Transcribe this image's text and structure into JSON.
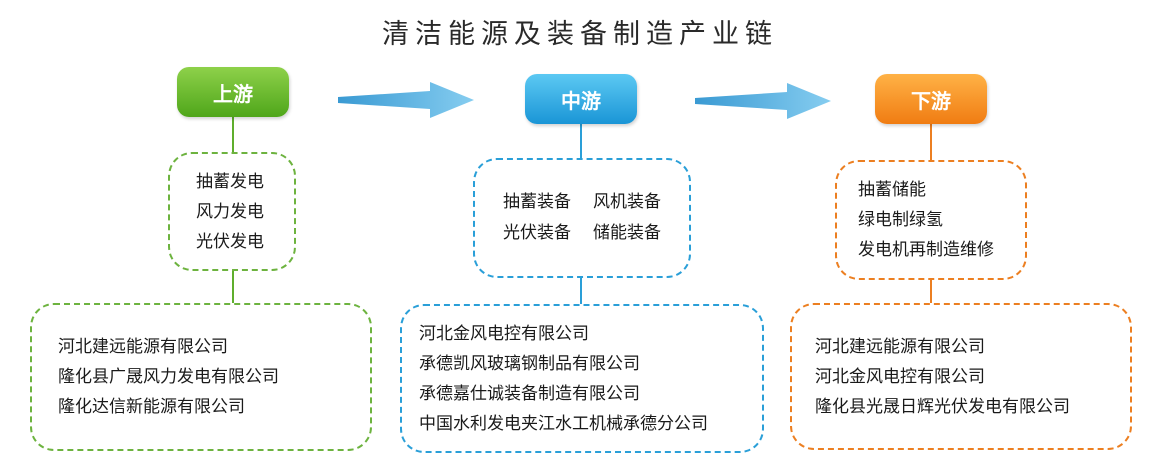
{
  "title": "清洁能源及装备制造产业链",
  "colors": {
    "upstream": "#5fae2d",
    "midstream": "#2a9fd8",
    "downstream": "#ec7f21"
  },
  "upstream": {
    "label": "上游",
    "categories": [
      "抽蓄发电",
      "风力发电",
      "光伏发电"
    ],
    "companies": [
      "河北建远能源有限公司",
      "隆化县广晟风力发电有限公司",
      "隆化达信新能源有限公司"
    ]
  },
  "midstream": {
    "label": "中游",
    "categories": [
      "抽蓄装备",
      "风机装备",
      "光伏装备",
      "储能装备"
    ],
    "companies": [
      "河北金风电控有限公司",
      "承德凯风玻璃钢制品有限公司",
      "承德嘉仕诚装备制造有限公司",
      "中国水利发电夹江水工机械承德分公司"
    ]
  },
  "downstream": {
    "label": "下游",
    "categories": [
      "抽蓄储能",
      "绿电制绿氢",
      "发电机再制造维修"
    ],
    "companies": [
      "河北建远能源有限公司",
      "河北金风电控有限公司",
      "隆化县光晟日辉光伏发电有限公司"
    ]
  }
}
